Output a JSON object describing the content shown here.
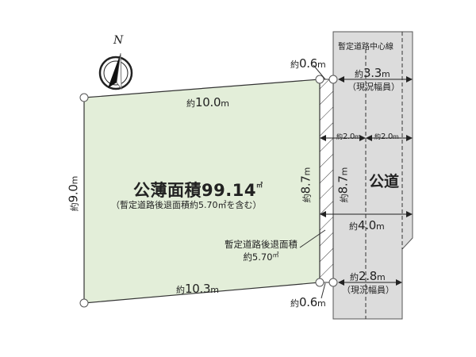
{
  "compass": {
    "label": "N"
  },
  "lot": {
    "area_title": "公薄面積99.14",
    "area_unit": "㎡",
    "area_note_prefix": "（暫定道路後退面積約5.70",
    "area_note_unit": "㎡",
    "area_note_suffix": "を含む）",
    "fill_color": "#e3eed9",
    "edges": {
      "top": {
        "prefix": "約",
        "value": "10.0",
        "unit": "m"
      },
      "bottom": {
        "prefix": "約",
        "value": "10.3",
        "unit": "m"
      },
      "left": {
        "prefix": "約",
        "value": "9.0",
        "unit": "m"
      },
      "right": {
        "prefix": "約",
        "value": "8.7",
        "unit": "m"
      }
    }
  },
  "setback": {
    "label_line1": "暫定道路後退面積",
    "label_line2_prefix": "約5.70",
    "label_line2_unit": "㎡",
    "top_width": {
      "prefix": "約",
      "value": "0.6",
      "unit": "m"
    },
    "bottom_width": {
      "prefix": "約",
      "value": "0.6",
      "unit": "m"
    }
  },
  "road": {
    "name": "公道",
    "fill_color": "#dcdcdc",
    "center_line_label": "暫定道路中心線",
    "length": {
      "prefix": "約",
      "value": "8.7",
      "unit": "m"
    },
    "half_left": {
      "prefix": "約",
      "value": "2.0",
      "unit": "m"
    },
    "half_right": {
      "prefix": "約",
      "value": "2.0",
      "unit": "m"
    },
    "full_width": {
      "prefix": "約",
      "value": "4.0",
      "unit": "m"
    },
    "current_width_top": {
      "prefix": "約",
      "value": "3.3",
      "unit": "m",
      "note": "（現況幅員）"
    },
    "current_width_bottom": {
      "prefix": "約",
      "value": "2.8",
      "unit": "m",
      "note": "（現況幅員）"
    }
  }
}
